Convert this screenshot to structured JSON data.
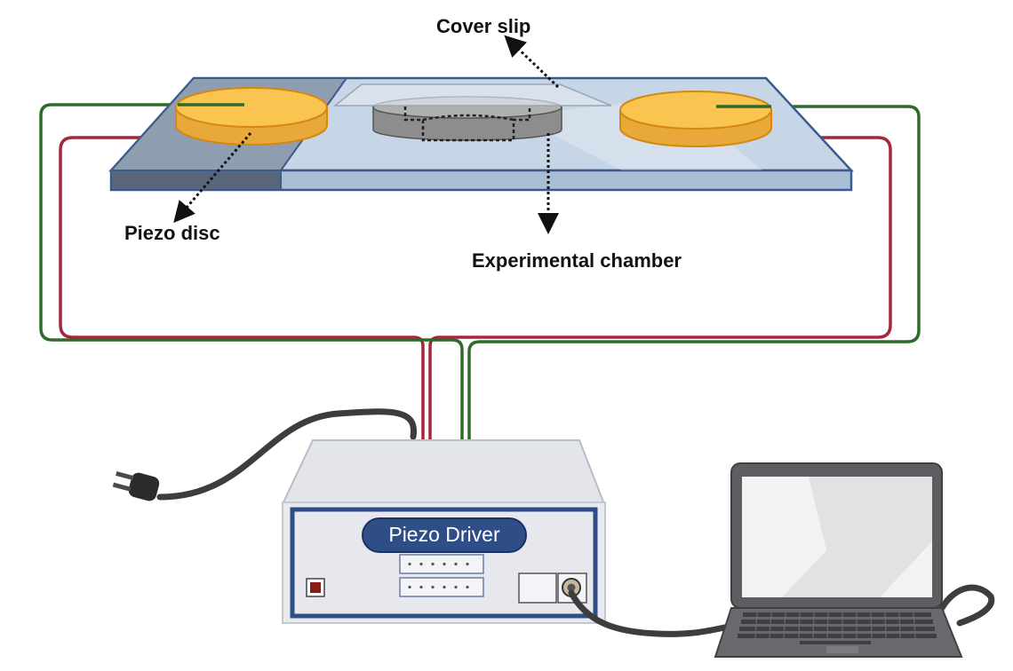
{
  "labels": {
    "cover_slip": "Cover slip",
    "piezo_disc": "Piezo disc",
    "experimental_chamber": "Experimental chamber",
    "piezo_driver": "Piezo Driver"
  },
  "colors": {
    "wire_red": "#a3283a",
    "wire_green": "#2e6b2a",
    "glass_fill": "#c7d6e6",
    "glass_edge": "#3c5a8c",
    "piezo_fill": "#f9c44f",
    "piezo_edge": "#d4890e",
    "driver_panel": "#2f4d86",
    "driver_body": "#e9eaee",
    "cable": "#3d3d3d",
    "laptop_body": "#5e5e62"
  }
}
